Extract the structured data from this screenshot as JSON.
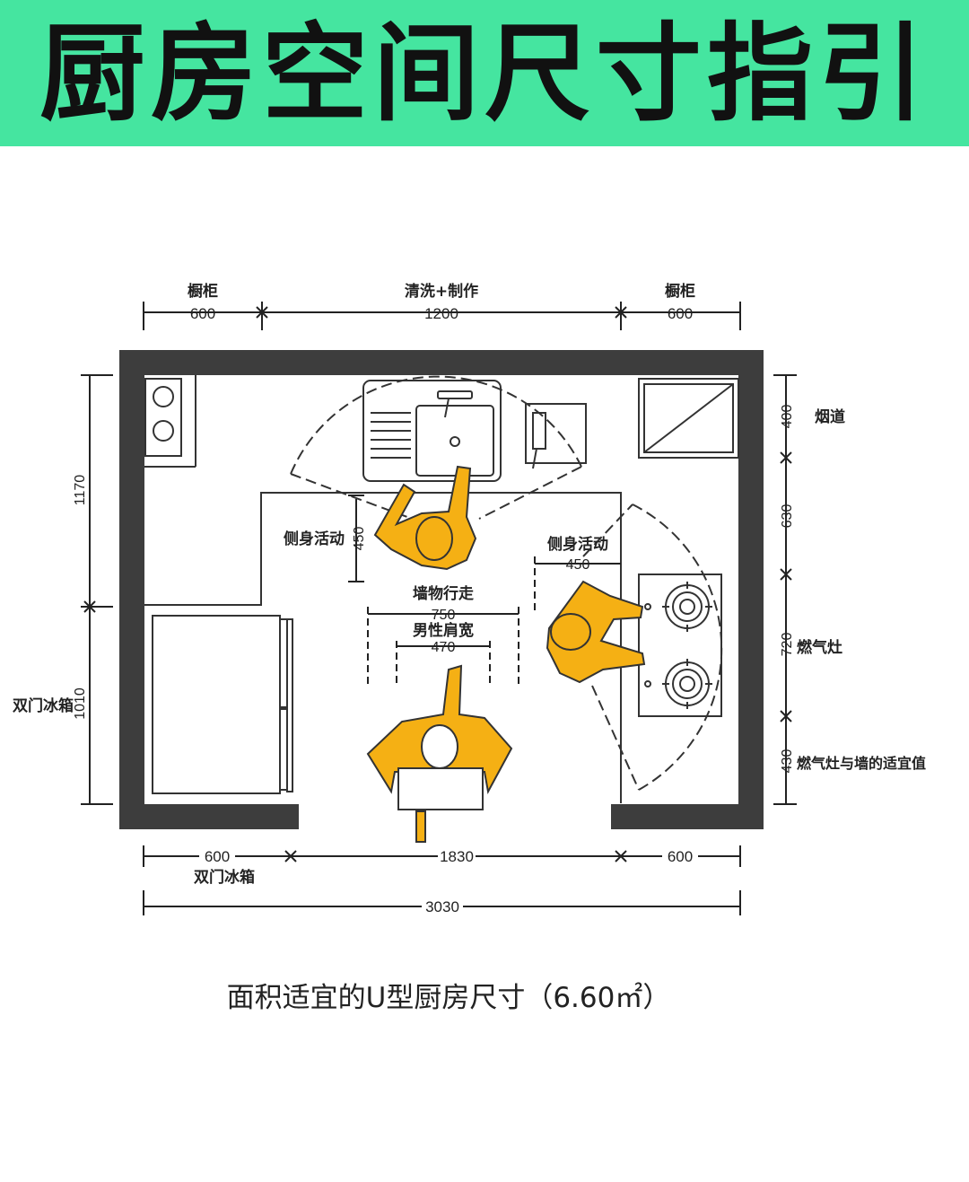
{
  "title": "厨房空间尺寸指引",
  "caption": "面积适宜的U型厨房尺寸（6.60㎡）",
  "colors": {
    "banner": "#45e5a0",
    "wall": "#3d3d3d",
    "person": "#f5b014",
    "person_outline": "#333333"
  },
  "top_dims": [
    {
      "label": "橱柜",
      "value": "600"
    },
    {
      "label": "清洗+制作",
      "value": "1200"
    },
    {
      "label": "橱柜",
      "value": "600"
    }
  ],
  "bottom_dims": {
    "left": "600",
    "middle": "1830",
    "right": "600",
    "left_label": "双门冰箱",
    "total": "3030"
  },
  "left_dims": {
    "top": "1170",
    "bottom": "1010",
    "label": "双门冰箱"
  },
  "right_dims": [
    {
      "value": "400",
      "label": "烟道"
    },
    {
      "value": "630",
      "label": ""
    },
    {
      "value": "720",
      "label": "燃气灶"
    },
    {
      "value": "430",
      "label": "燃气灶与墙的适宜值"
    }
  ],
  "annotations": {
    "side_activity_left": "侧身活动",
    "side_left_value": "450",
    "side_activity_right": "侧身活动",
    "side_right_value": "450",
    "wall_walk": "墙物行走",
    "wall_walk_value": "750",
    "shoulder": "男性肩宽",
    "shoulder_value": "470"
  },
  "icons": [
    "sink-icon",
    "stove-burner-icon",
    "refrigerator-icon",
    "chimney-icon",
    "person-icon"
  ]
}
